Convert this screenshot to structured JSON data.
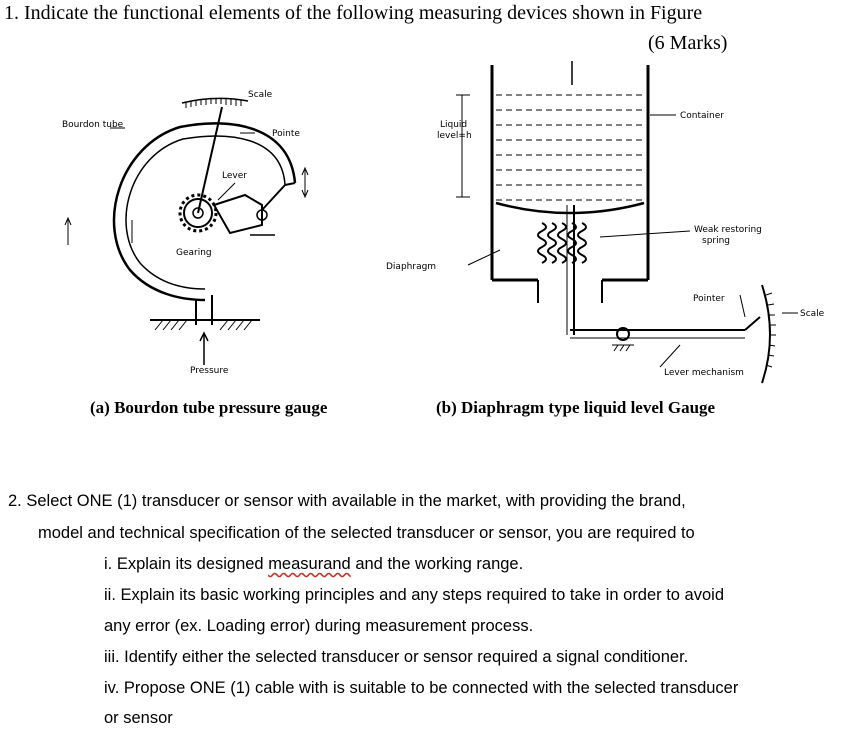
{
  "question1": {
    "text": "1. Indicate the functional elements of the following measuring devices shown in Figure",
    "marks": "(6 Marks)"
  },
  "figure_a": {
    "caption": "(a) Bourdon tube pressure gauge",
    "labels": {
      "scale": "Scale",
      "bourdon_tube": "Bourdon tube",
      "pointer": "Pointe",
      "lever": "Lever",
      "gearing": "Gearing",
      "pressure": "Pressure"
    }
  },
  "figure_b": {
    "caption": "(b) Diaphragm type liquid level Gauge",
    "labels": {
      "liquid_level_l1": "Liquid",
      "liquid_level_l2": "level=h",
      "container": "Container",
      "weak_spring_l1": "Weak restoring",
      "weak_spring_l2": "spring",
      "diaphragm": "Diaphragm",
      "pointer": "Pointer",
      "scale": "Scale",
      "lever_mechanism": "Lever mechanism"
    }
  },
  "question2": {
    "line1": "2.  Select ONE (1) transducer or sensor with available in the market, with providing the brand,",
    "line2": "model and technical specification of the selected transducer or sensor, you are required to",
    "i_pre": "i. Explain its designed ",
    "i_word": "measurand",
    "i_post": " and the working range.",
    "ii_line1": "ii. Explain its basic working principles and any steps required to take in order to avoid",
    "ii_line2": "any error (ex. Loading error) during measurement process.",
    "iii": "iii. Identify either the selected transducer or sensor required a signal conditioner.",
    "iv_line1": "iv. Propose ONE (1) cable with is suitable to be connected with the selected transducer",
    "iv_line2": "or sensor"
  }
}
